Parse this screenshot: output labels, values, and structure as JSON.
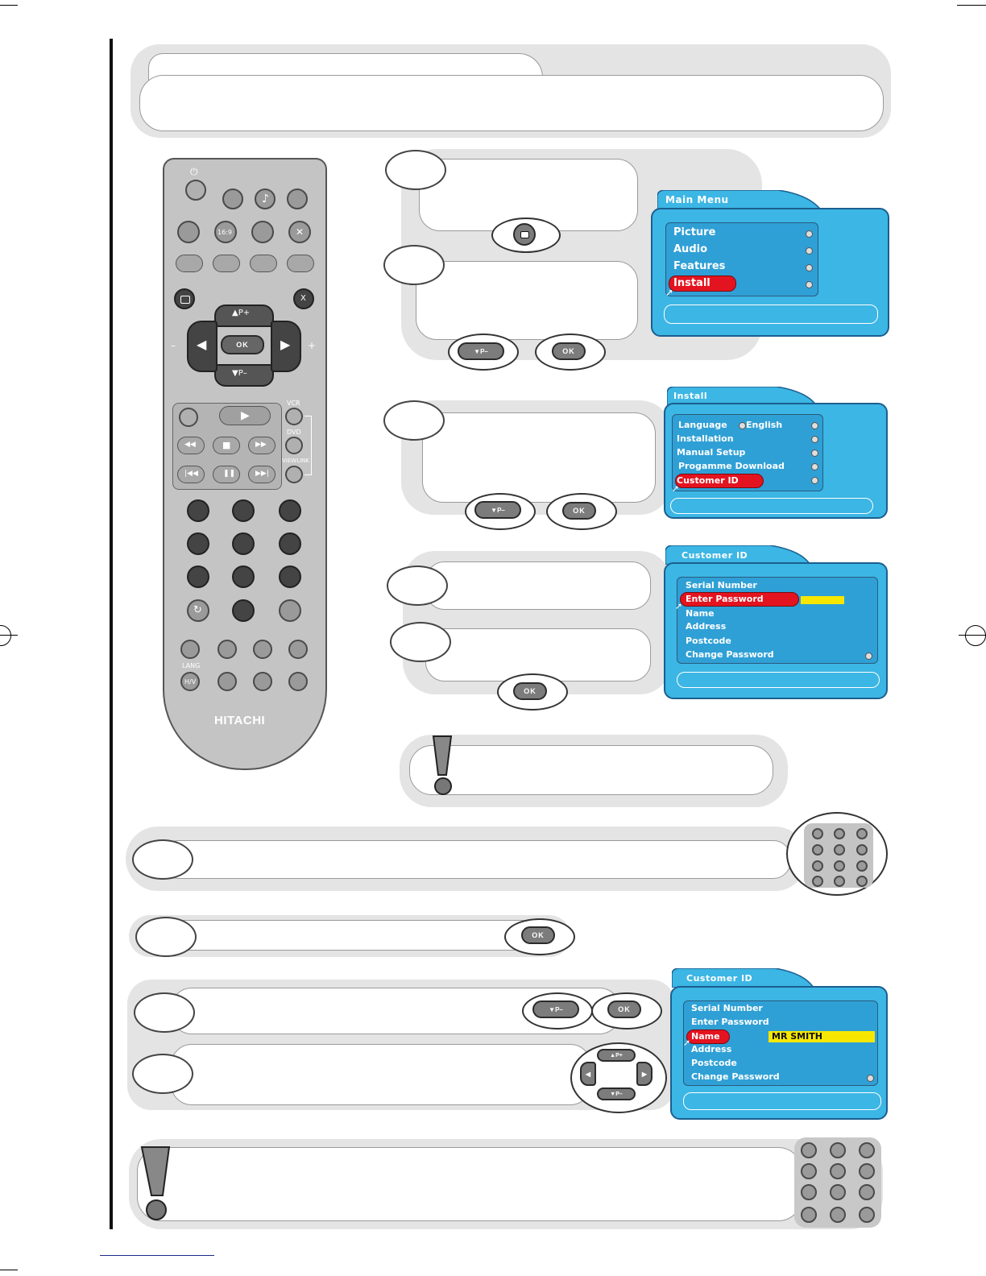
{
  "remote": {
    "brand": "HITACHI",
    "ok_label": "OK",
    "p_plus": "P+",
    "p_minus": "P–",
    "x_label": "X",
    "aspect_label": "16:9",
    "vcr_label": "VCR",
    "dvd_label": "DVD",
    "viewlink_label": "VIEWLINK",
    "lang_label": "LANG",
    "hv_label": "H/V",
    "vol_minus": "–",
    "vol_plus": "+"
  },
  "buttons": {
    "ok": "OK",
    "p_minus": "P–",
    "p_plus": "P+"
  },
  "main_menu": {
    "title": "Main Menu",
    "items": [
      "Picture",
      "Audio",
      "Features",
      "Install"
    ],
    "selected_index": 3
  },
  "install_menu": {
    "title": "Install",
    "items": [
      "Language",
      "Installation",
      "Manual Setup",
      "Progamme Download",
      "Customer ID"
    ],
    "language_value": "English",
    "selected_index": 4
  },
  "customer_id_menu_1": {
    "title": "Customer ID",
    "items": [
      "Serial Number",
      "Enter Password",
      "Name",
      "Address",
      "Postcode",
      "Change Password"
    ],
    "selected_index": 1
  },
  "customer_id_menu_2": {
    "title": "Customer ID",
    "items": [
      "Serial Number",
      "Enter Password",
      "Name",
      "Address",
      "Postcode",
      "Change Password"
    ],
    "selected_index": 2,
    "name_value": "MR SMITH"
  },
  "colors": {
    "screen_blue": "#3cb6e4",
    "highlight_red": "#e3141f",
    "field_yellow": "#f7e700",
    "panel_grey": "#e4e4e4",
    "remote_grey": "#c4c4c4"
  }
}
